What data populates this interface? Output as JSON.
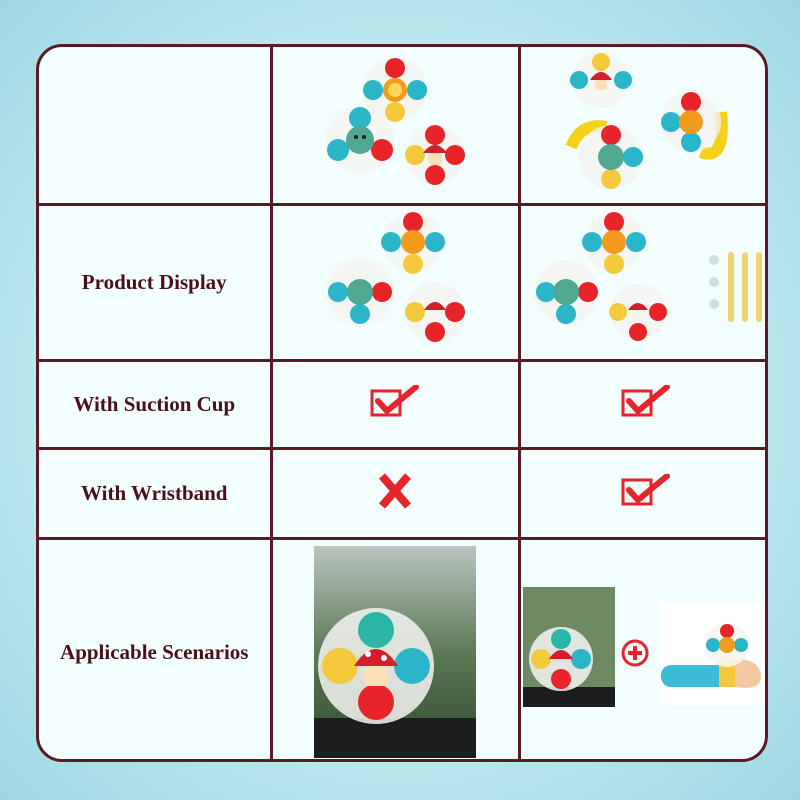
{
  "table": {
    "rows": [
      {
        "label": ""
      },
      {
        "label": "Product Display"
      },
      {
        "label": "With Suction Cup"
      },
      {
        "label": "With Wristband"
      },
      {
        "label": "Applicable Scenarios"
      }
    ],
    "features": {
      "suction_cup": [
        "yes",
        "yes"
      ],
      "wristband": [
        "no",
        "yes"
      ]
    }
  },
  "icons": {
    "check": "checkbox-check-icon",
    "cross": "red-x-icon",
    "plus": "red-plus-circle-icon"
  },
  "colors": {
    "border": "#5a1a23",
    "label": "#4a0f18",
    "mark_red": "#e8242b",
    "background": "#bfe9f0"
  }
}
